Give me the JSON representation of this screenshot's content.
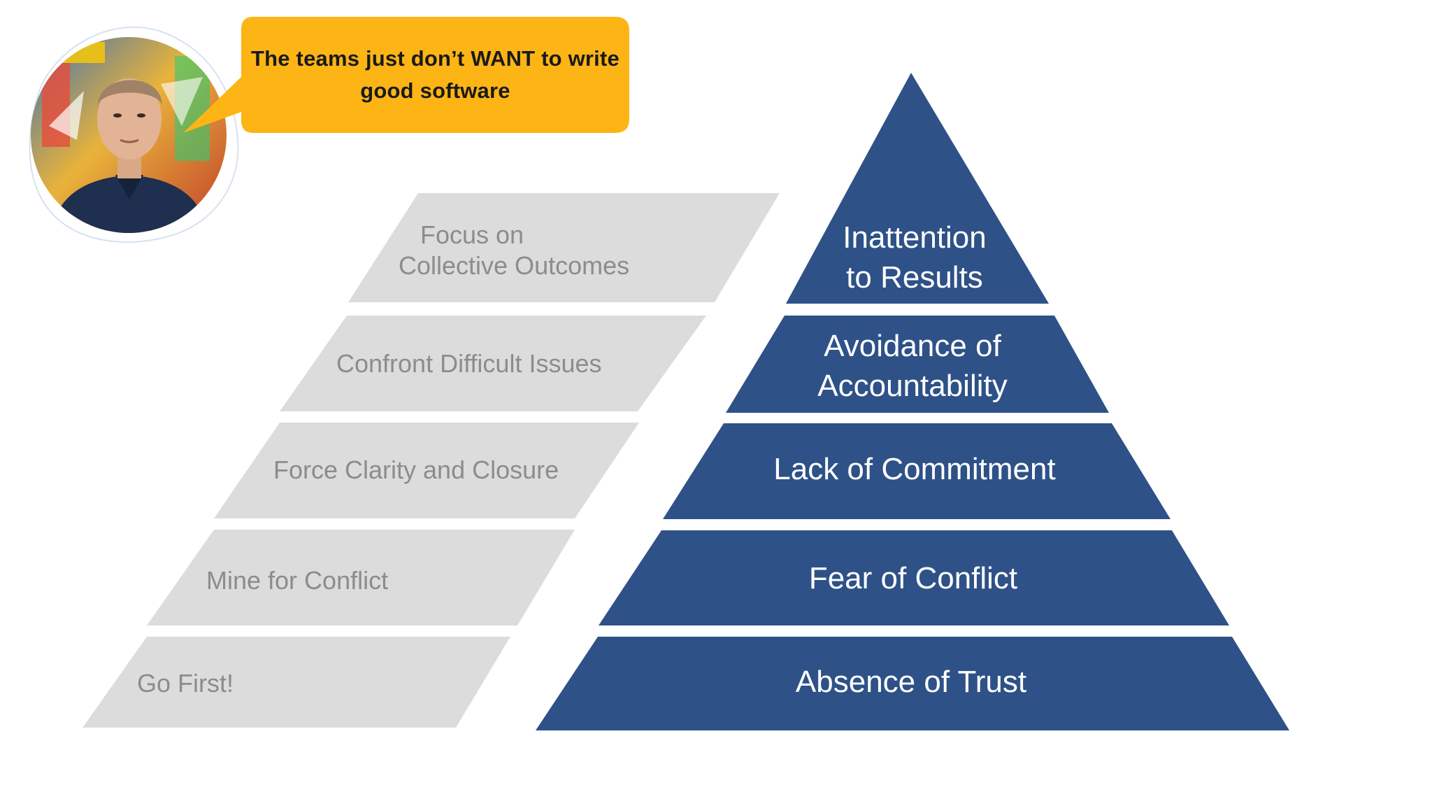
{
  "speaker": {
    "quote_line1": "The teams just don’t WANT to write",
    "quote_line2": "good software",
    "bubble_color": "#FDB515"
  },
  "pyramid": {
    "fill_color": "#2E5187",
    "levels": [
      {
        "line1": "Inattention",
        "line2": "to Results"
      },
      {
        "line1": "Avoidance of",
        "line2": "Accountability"
      },
      {
        "line1": "Lack of Commitment",
        "line2": ""
      },
      {
        "line1": "Fear of Conflict",
        "line2": ""
      },
      {
        "line1": "Absence of Trust",
        "line2": ""
      }
    ]
  },
  "remedies": {
    "fill_color": "#DCDCDC",
    "text_color": "#8C8C8C",
    "steps": [
      {
        "line1": "Focus on",
        "line2": "Collective Outcomes"
      },
      {
        "line1": "Confront Difficult Issues",
        "line2": ""
      },
      {
        "line1": "Force Clarity and Closure",
        "line2": ""
      },
      {
        "line1": "Mine for Conflict",
        "line2": ""
      },
      {
        "line1": "Go First!",
        "line2": ""
      }
    ]
  }
}
